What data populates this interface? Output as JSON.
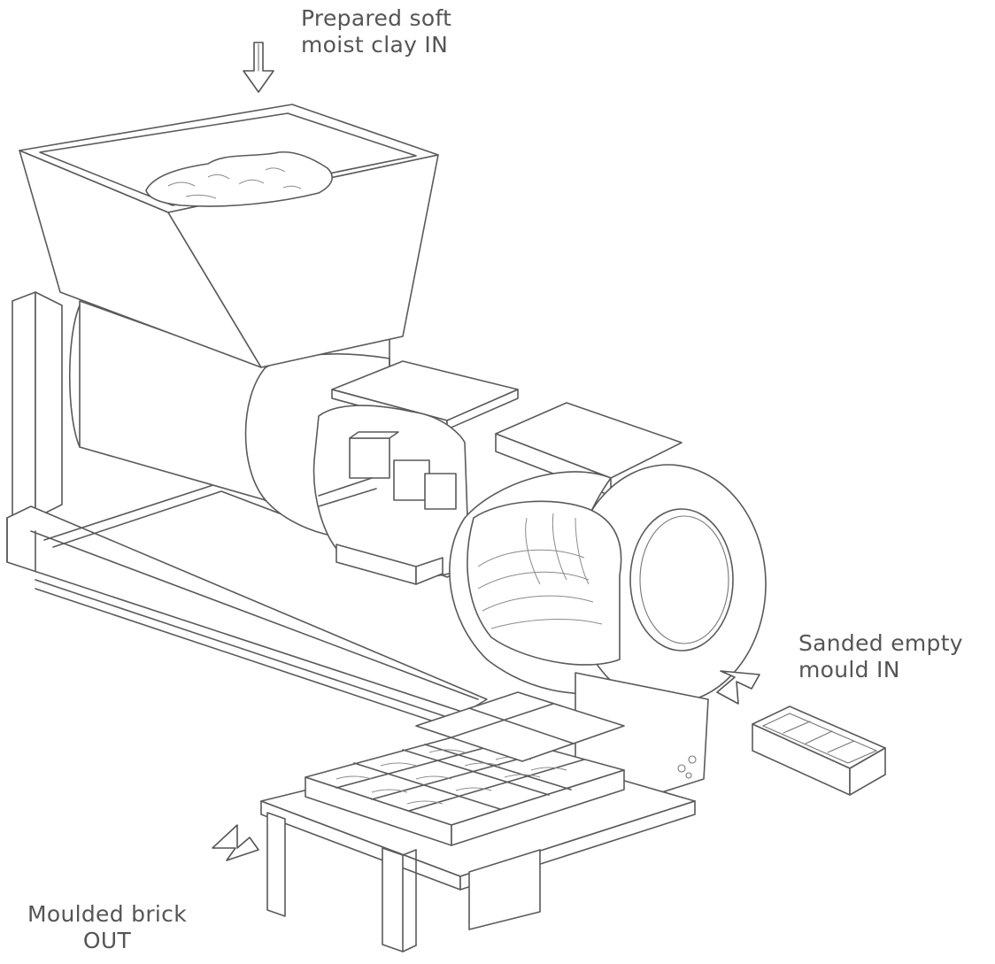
{
  "labels": {
    "clay_in": {
      "line1": "Prepared soft",
      "line2": "moist clay IN"
    },
    "mould_in": {
      "line1": "Sanded empty",
      "line2": "mould IN"
    },
    "brick_out": {
      "line1": "Moulded brick",
      "line2": "OUT"
    }
  },
  "colors": {
    "ink": "#5a5a5a",
    "paper": "#ffffff"
  }
}
